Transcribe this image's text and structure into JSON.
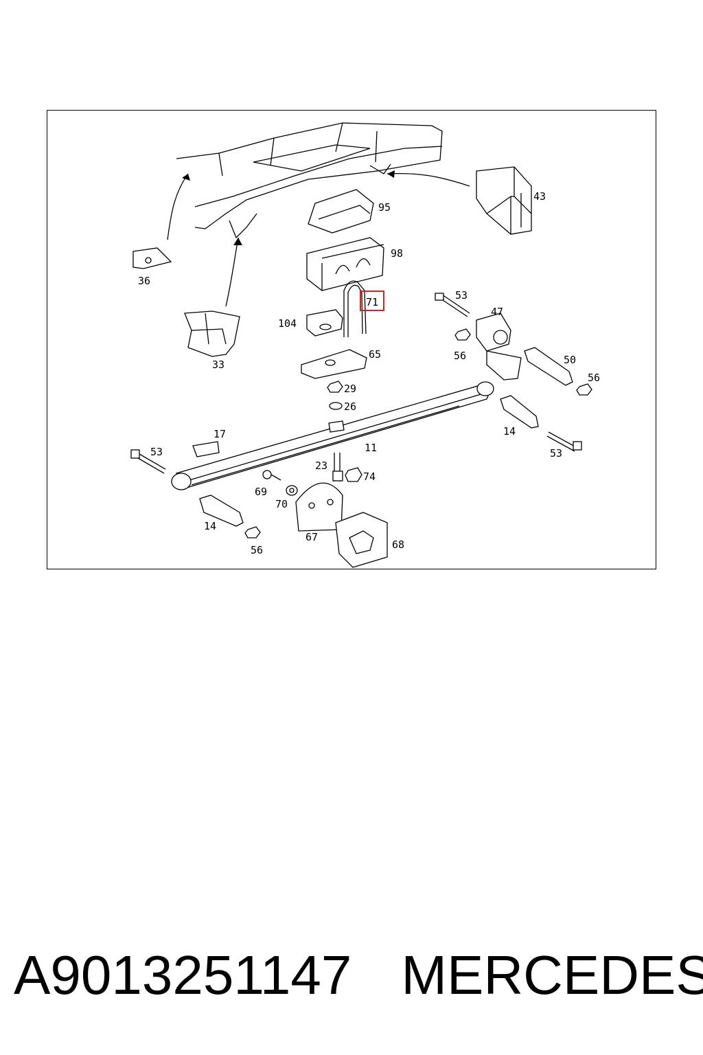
{
  "diagram": {
    "labels": {
      "l95": "95",
      "l98": "98",
      "l43": "43",
      "l36": "36",
      "l33": "33",
      "l71": "71",
      "l104": "104",
      "l65": "65",
      "l53a": "53",
      "l47": "47",
      "l56a": "56",
      "l50": "50",
      "l56b": "56",
      "l29": "29",
      "l26": "26",
      "l14a": "14",
      "l53b": "53",
      "l17": "17",
      "l53c": "53",
      "l11": "11",
      "l23": "23",
      "l74": "74",
      "l69": "69",
      "l70": "70",
      "l14b": "14",
      "l56c": "56",
      "l67": "67",
      "l68": "68"
    },
    "highlighted_part": "71",
    "highlight_color": "#e02020"
  },
  "footer": {
    "part_number": "A9013251147",
    "brand": "MERCEDES"
  }
}
